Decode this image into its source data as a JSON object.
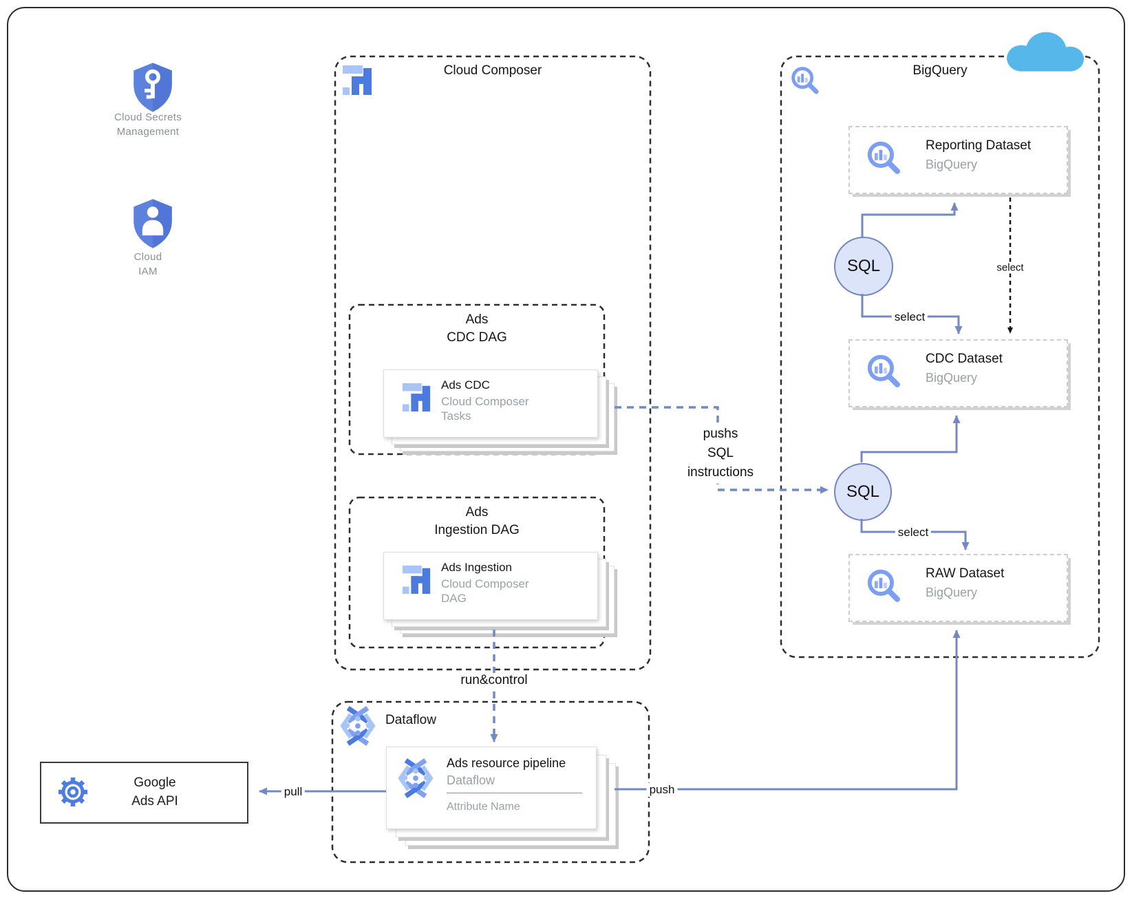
{
  "diagram": {
    "peripherals": {
      "secrets": {
        "label": [
          "Cloud Secrets",
          "Management"
        ]
      },
      "iam": {
        "label": [
          "Cloud",
          "IAM"
        ]
      },
      "google_ads_api": {
        "label": [
          "Google",
          "Ads API"
        ]
      }
    },
    "containers": {
      "cloud_composer": {
        "title": "Cloud Composer"
      },
      "bigquery": {
        "title": "BigQuery"
      },
      "dataflow": {
        "title": "Dataflow"
      },
      "ads_cdc_dag": {
        "title": [
          "Ads",
          "CDC DAG"
        ]
      },
      "ads_ingestion_dag": {
        "title": [
          "Ads",
          "Ingestion DAG"
        ]
      }
    },
    "cards": {
      "ads_cdc": {
        "title": "Ads CDC",
        "subtitle": [
          "Cloud Composer",
          "Tasks"
        ]
      },
      "ads_ingestion": {
        "title": "Ads Ingestion",
        "subtitle": [
          "Cloud Composer",
          "DAG"
        ]
      },
      "pipeline": {
        "title": "Ads resource pipeline",
        "subtitle": "Dataflow",
        "field": "Attribute Name"
      },
      "reporting_dataset": {
        "title": "Reporting Dataset",
        "subtitle": "BigQuery"
      },
      "cdc_dataset": {
        "title": "CDC Dataset",
        "subtitle": "BigQuery"
      },
      "raw_dataset": {
        "title": "RAW Dataset",
        "subtitle": "BigQuery"
      }
    },
    "nodes": {
      "sql1": {
        "label": "SQL"
      },
      "sql2": {
        "label": "SQL"
      }
    },
    "edge_labels": {
      "pushs_sql": [
        "pushs",
        "SQL",
        "instructions"
      ],
      "select_top": "select",
      "select_dashed": "select",
      "select_bottom": "select",
      "run_control": "run&control",
      "pull": "pull",
      "push": "push"
    },
    "colors": {
      "accent_dark": "#4c7be0",
      "accent_light": "#a9c5f7",
      "arrow_blue": "#7389c4",
      "sql_fill": "#dbe4f8",
      "sql_stroke": "#7285bf",
      "cloud": "#55b7ea",
      "gray_text": "#9aa0a6"
    }
  }
}
